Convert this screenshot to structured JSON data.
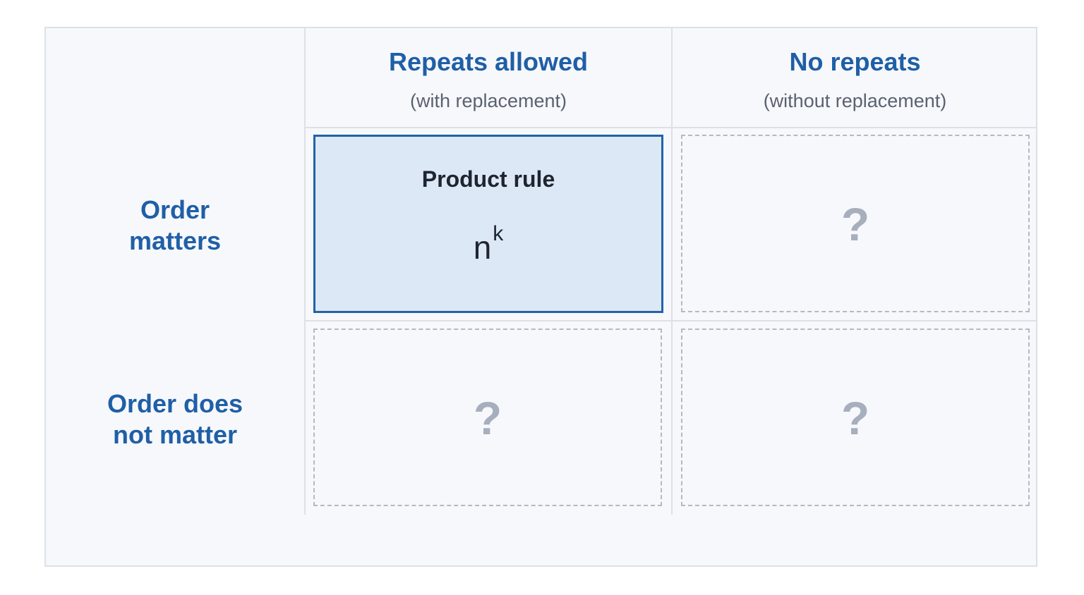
{
  "columns": [
    {
      "title": "Repeats allowed",
      "subtitle": "(with replacement)"
    },
    {
      "title": "No repeats",
      "subtitle": "(without replacement)"
    }
  ],
  "rows": [
    {
      "line1": "Order",
      "line2": "matters"
    },
    {
      "line1": "Order does",
      "line2": "not matter"
    }
  ],
  "cells": {
    "order_repeats": {
      "name": "Product rule",
      "base": "n",
      "exponent": "k"
    },
    "order_norepeats": {
      "placeholder": "?"
    },
    "noorder_repeats": {
      "placeholder": "?"
    },
    "noorder_norepeats": {
      "placeholder": "?"
    }
  },
  "colors": {
    "heading_blue": "#1f5fa6",
    "highlight_fill": "#dce8f5",
    "highlight_border": "#2163a8",
    "placeholder_gray": "#a7afbd"
  }
}
